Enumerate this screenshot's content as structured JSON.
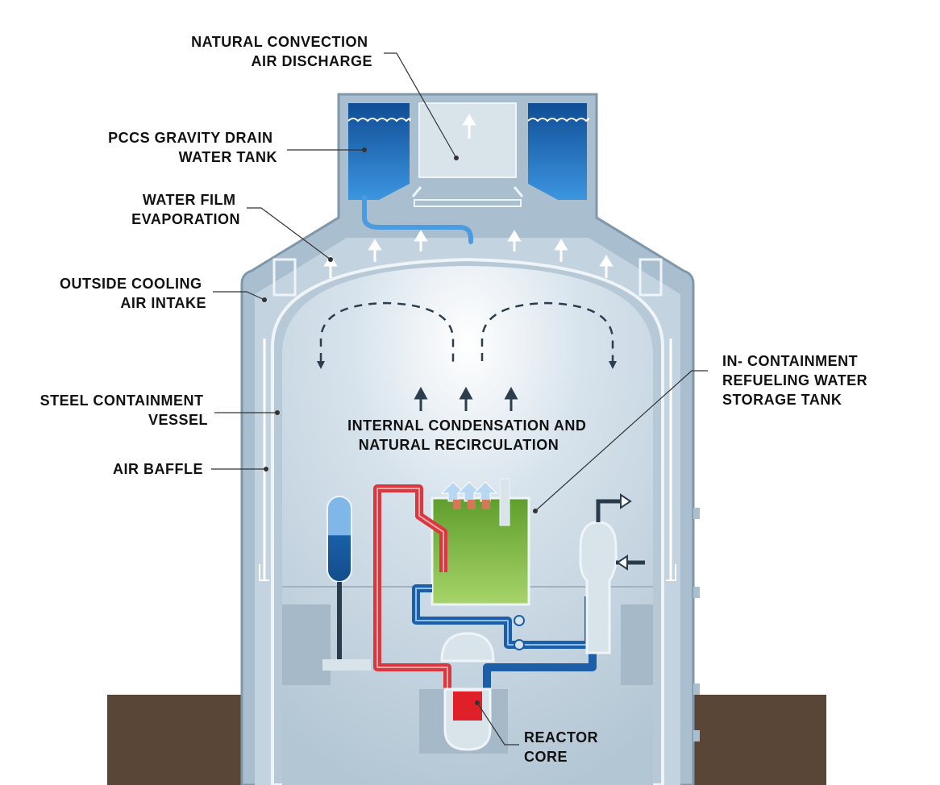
{
  "labels": {
    "natural_convection": [
      "NATURAL CONVECTION",
      "AIR DISCHARGE"
    ],
    "pccs_tank": [
      "PCCS GRAVITY DRAIN",
      "WATER TANK"
    ],
    "water_film": [
      "WATER FILM",
      "EVAPORATION"
    ],
    "outside_air": [
      "OUTSIDE COOLING",
      "AIR INTAKE"
    ],
    "steel_vessel": [
      "STEEL CONTAINMENT",
      "VESSEL"
    ],
    "air_baffle": [
      "AIR BAFFLE"
    ],
    "internal_condensation": [
      "INTERNAL CONDENSATION AND",
      "NATURAL RECIRCULATION"
    ],
    "irwst": [
      "IN- CONTAINMENT",
      "REFUELING WATER",
      "STORAGE TANK"
    ],
    "reactor_core": [
      "REACTOR",
      "CORE"
    ]
  },
  "colors": {
    "building": "#a9bfcf",
    "building_dark": "#8fa7b8",
    "dome": "#c9d8e3",
    "water": "#1f6fbf",
    "ground": "#5a4636",
    "hot_leg": "#d9383f",
    "cold_leg": "#1c5fa8",
    "irwst": "#6fae3a",
    "core": "#e02028"
  }
}
